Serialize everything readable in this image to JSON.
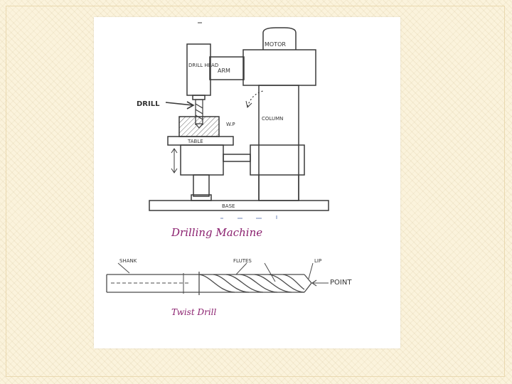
{
  "slide": {
    "background_color": "#fbf3dc",
    "caption_color": "#8a1f6e"
  },
  "drilling_machine": {
    "caption": "Drilling Machine",
    "labels": {
      "motor": "MOTOR",
      "drill_head": "DRILL HEAD",
      "arm": "ARM",
      "drill": "DRILL",
      "column": "COLUMN",
      "workpiece": "W.P",
      "table": "TABLE",
      "base": "BASE"
    }
  },
  "twist_drill": {
    "caption": "Twist Drill",
    "labels": {
      "shank": "SHANK",
      "flutes": "FLUTES",
      "lip": "LIP",
      "point": "POINT"
    }
  }
}
